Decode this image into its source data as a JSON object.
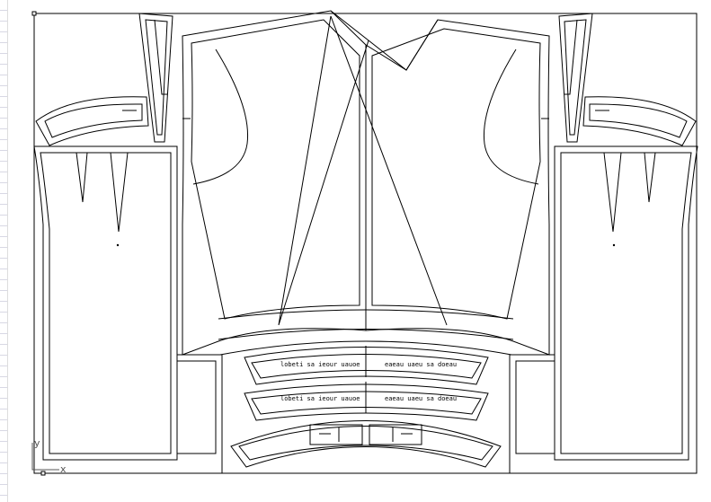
{
  "drawing": {
    "type": "garment-pattern-layout",
    "pocket_labels": [
      {
        "left": "lobeti sa ieour uauoe",
        "right": "eaeau uaeu sa doeau"
      },
      {
        "left": "lobeti sa ieour uauoe",
        "right": "eaeau uaeu sa doeau"
      }
    ],
    "axis": {
      "y_label": "y",
      "x_label": "x"
    },
    "line_color": "#000000",
    "axis_color": "#555555"
  }
}
